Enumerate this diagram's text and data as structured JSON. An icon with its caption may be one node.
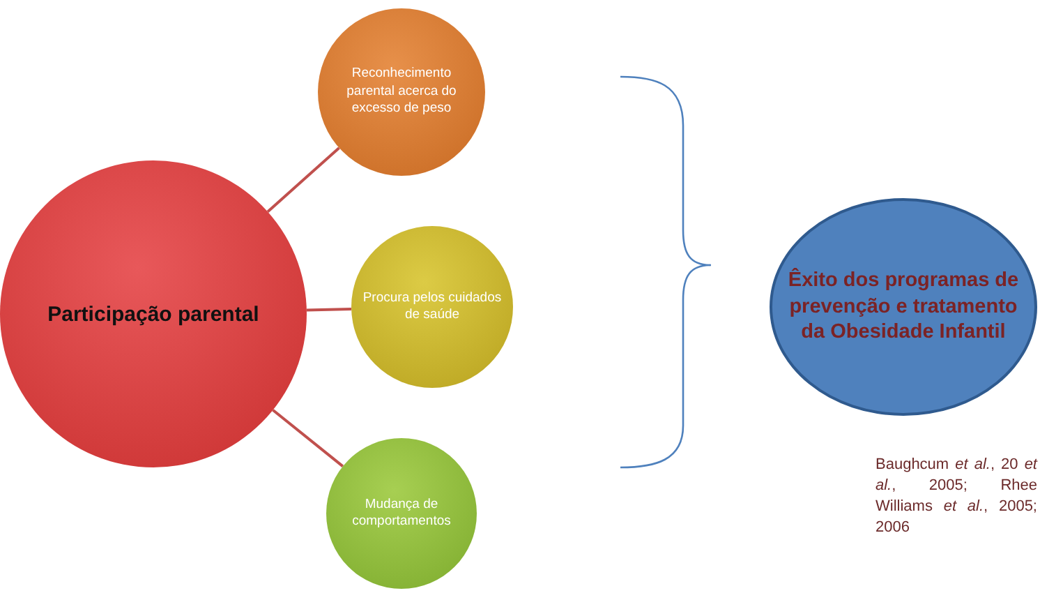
{
  "diagram": {
    "nodes": [
      {
        "text": [
          "Participação parental"
        ]
      },
      {
        "text": [
          "Reconhecimento parental acerca do excesso de peso"
        ]
      },
      {
        "text": [
          "Procura pelos cuidados de saúde"
        ]
      },
      {
        "text": [
          "Mudança de comportamentos"
        ]
      },
      {
        "text": [
          "Êxito dos programas de prevenção e tratamento da Obesidade Infantil"
        ]
      }
    ],
    "edges": [
      {
        "from": 0,
        "to": 1,
        "arrow": "none"
      },
      {
        "from": 0,
        "to": 2,
        "arrow": "none"
      },
      {
        "from": 0,
        "to": 3,
        "arrow": "none"
      }
    ],
    "labels": [
      "Baughcum *et al.*, 20 *et al.*, 2005; Rhee Williams *et al.*, 2005; 2006"
    ]
  }
}
